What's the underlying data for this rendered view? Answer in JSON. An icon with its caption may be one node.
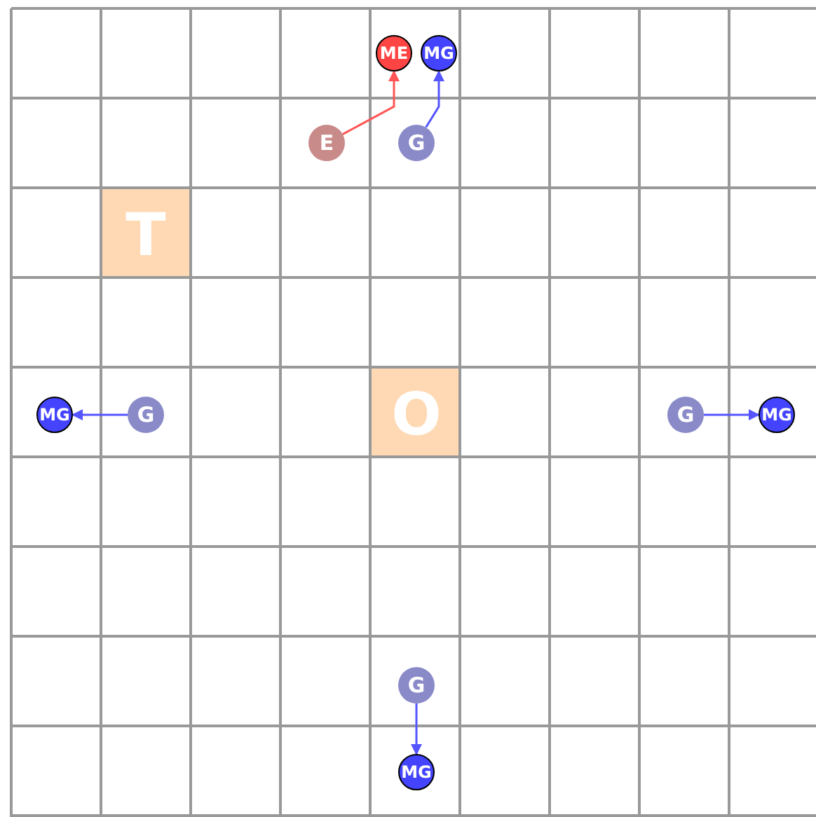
{
  "diagram": {
    "nodes": [
      {
        "text": [
          "ME"
        ]
      },
      {
        "text": [
          "MG"
        ]
      },
      {
        "text": [
          "E"
        ]
      },
      {
        "text": [
          "G"
        ]
      },
      {
        "text": [
          "T"
        ]
      },
      {
        "text": [
          "MG"
        ]
      },
      {
        "text": [
          "G"
        ]
      },
      {
        "text": [
          "O"
        ]
      },
      {
        "text": [
          "G"
        ]
      },
      {
        "text": [
          "MG"
        ]
      },
      {
        "text": [
          "G"
        ]
      },
      {
        "text": [
          "MG"
        ]
      }
    ],
    "edges": [
      {
        "from": 2,
        "to": 0,
        "arrow": "to",
        "color": "#ff5555"
      },
      {
        "from": 3,
        "to": 1,
        "arrow": "to"
      },
      {
        "from": 6,
        "to": 5,
        "arrow": "to"
      },
      {
        "from": 8,
        "to": 9,
        "arrow": "to"
      },
      {
        "from": 10,
        "to": 11,
        "arrow": "to"
      }
    ]
  }
}
